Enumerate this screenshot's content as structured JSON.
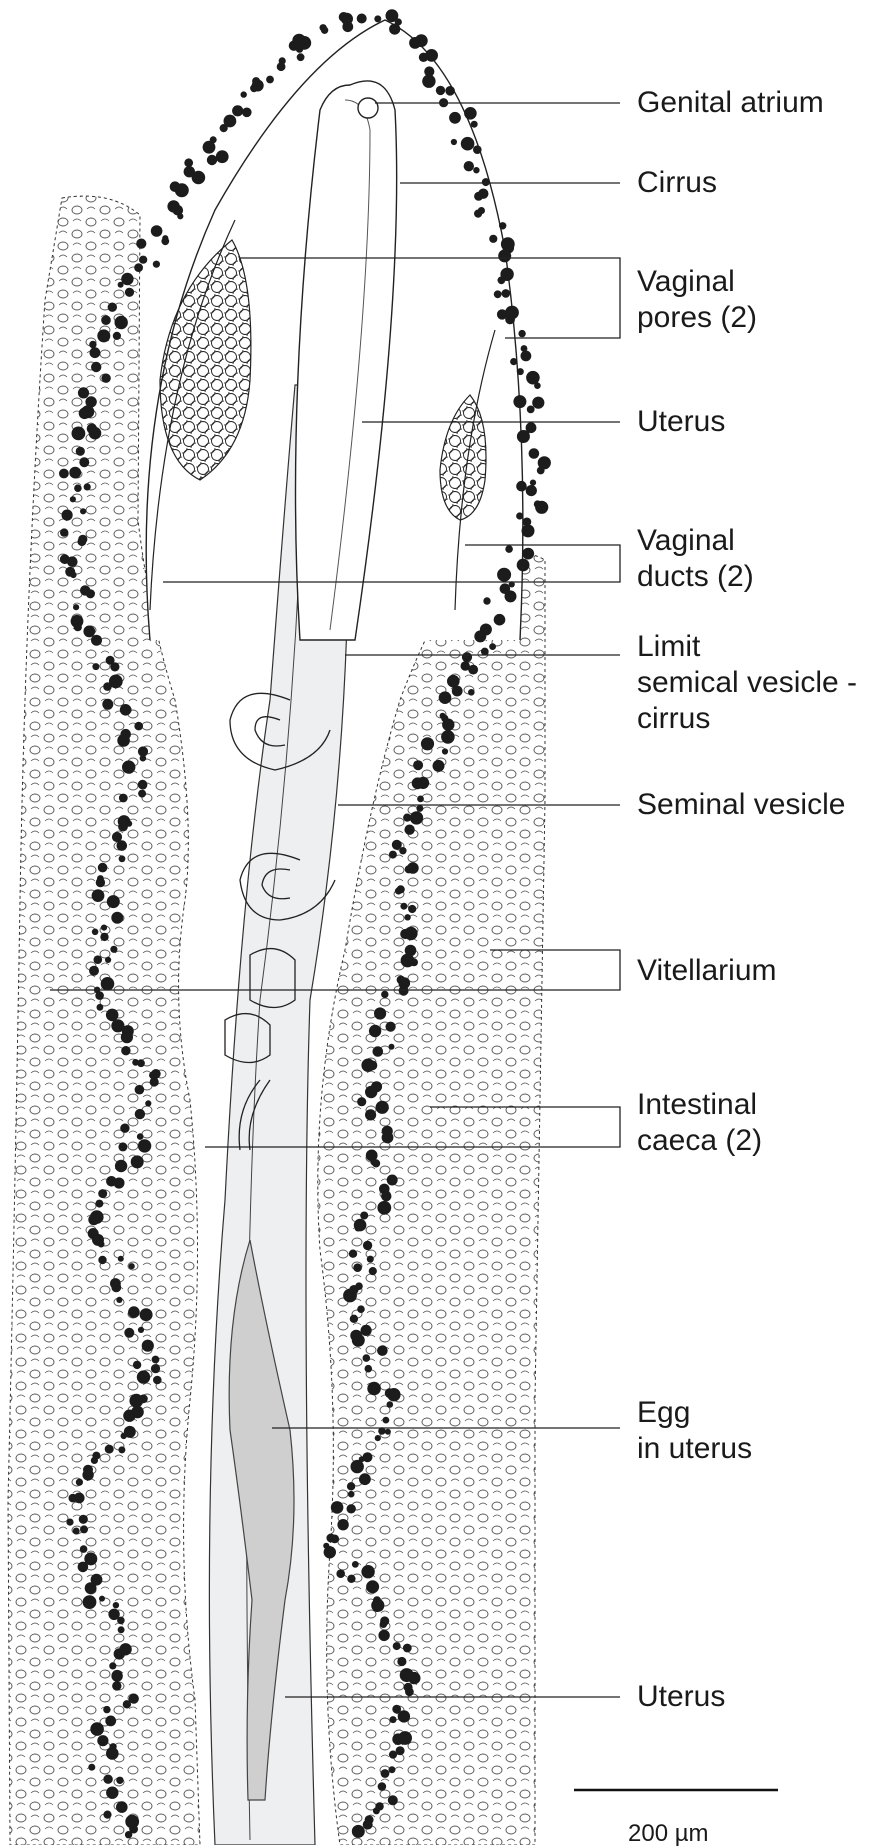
{
  "labels": {
    "genital_atrium": "Genital atrium",
    "cirrus": "Cirrus",
    "vaginal_pores_1": "Vaginal",
    "vaginal_pores_2": "pores (2)",
    "uterus_top": "Uterus",
    "vaginal_ducts_1": "Vaginal",
    "vaginal_ducts_2": "ducts (2)",
    "limit_1": "Limit",
    "limit_2": "semical vesicle -",
    "limit_3": "cirrus",
    "seminal_vesicle": "Seminal vesicle",
    "vitellarium": "Vitellarium",
    "intestinal_caeca_1": "Intestinal",
    "intestinal_caeca_2": "caeca (2)",
    "egg_1": "Egg",
    "egg_2": "in uterus",
    "uterus_bottom": "Uterus"
  },
  "scale_bar": {
    "label": "200 µm"
  },
  "colors": {
    "ink": "#1a1a1a",
    "uterus_fill": "#eeeff0",
    "egg_fill": "#cfcfcf",
    "dot_fill": "#1c1c1c"
  }
}
